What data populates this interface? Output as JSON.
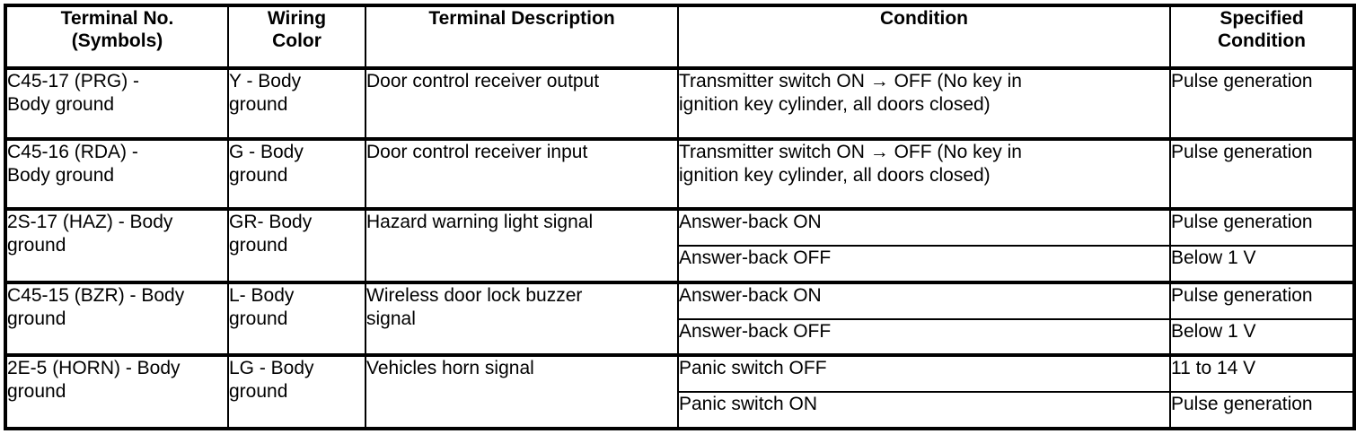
{
  "table": {
    "headers": [
      {
        "id": "terminal-no",
        "lines": [
          "Terminal No.",
          "(Symbols)"
        ]
      },
      {
        "id": "wiring-color",
        "lines": [
          "Wiring",
          "Color"
        ]
      },
      {
        "id": "terminal-description",
        "lines": [
          "Terminal Description"
        ]
      },
      {
        "id": "condition",
        "lines": [
          "Condition"
        ]
      },
      {
        "id": "specified-condition",
        "lines": [
          "Specified",
          "Condition"
        ]
      }
    ],
    "rows": [
      {
        "terminal": [
          "C45-17 (PRG) -",
          "Body ground"
        ],
        "wiring_color": [
          "Y - Body",
          "ground"
        ],
        "description": [
          "Door control receiver output"
        ],
        "conditions": [
          {
            "condition": [
              "Transmitter switch ON → OFF (No key in",
              "ignition key cylinder, all doors closed)"
            ],
            "specified": [
              "Pulse generation"
            ]
          }
        ]
      },
      {
        "terminal": [
          "C45-16 (RDA) -",
          "Body ground"
        ],
        "wiring_color": [
          "G - Body",
          "ground"
        ],
        "description": [
          "Door control receiver input"
        ],
        "conditions": [
          {
            "condition": [
              "Transmitter switch ON → OFF (No key in",
              "ignition key cylinder, all doors closed)"
            ],
            "specified": [
              "Pulse generation"
            ]
          }
        ]
      },
      {
        "terminal": [
          "2S-17 (HAZ) - Body",
          "ground"
        ],
        "wiring_color": [
          "GR- Body",
          "ground"
        ],
        "description": [
          "Hazard warning light signal"
        ],
        "conditions": [
          {
            "condition": [
              "Answer-back ON"
            ],
            "specified": [
              "Pulse generation"
            ]
          },
          {
            "condition": [
              "Answer-back OFF"
            ],
            "specified": [
              "Below 1 V"
            ]
          }
        ]
      },
      {
        "terminal": [
          "C45-15 (BZR) - Body",
          "ground"
        ],
        "wiring_color": [
          "L- Body",
          "ground"
        ],
        "description": [
          "Wireless door lock buzzer",
          "signal"
        ],
        "conditions": [
          {
            "condition": [
              "Answer-back ON"
            ],
            "specified": [
              "Pulse generation"
            ]
          },
          {
            "condition": [
              "Answer-back OFF"
            ],
            "specified": [
              "Below 1 V"
            ]
          }
        ]
      },
      {
        "terminal": [
          "2E-5 (HORN) - Body",
          "ground"
        ],
        "wiring_color": [
          "LG - Body",
          "ground"
        ],
        "description": [
          "Vehicles horn signal"
        ],
        "conditions": [
          {
            "condition": [
              "Panic switch OFF"
            ],
            "specified": [
              "11 to 14 V"
            ]
          },
          {
            "condition": [
              "Panic switch ON"
            ],
            "specified": [
              "Pulse generation"
            ]
          }
        ]
      }
    ]
  },
  "colors": {
    "border": "#000000",
    "text": "#000000",
    "background": "#ffffff"
  }
}
